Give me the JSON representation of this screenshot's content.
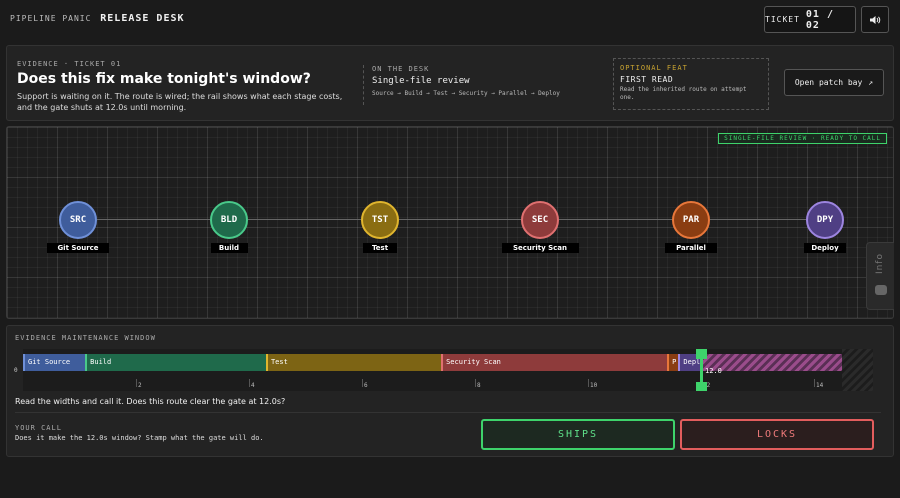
{
  "brand": {
    "prefix": "PIPELINE PANIC",
    "title": "RELEASE DESK"
  },
  "ticket": {
    "label": "TICKET",
    "value": "01 / 02"
  },
  "sound": {
    "icon": "speaker-icon"
  },
  "header": {
    "evidence_label": "EVIDENCE · TICKET 01",
    "headline": "Does this fix make tonight's window?",
    "subtext": "Support is waiting on it. The route is wired; the rail shows what each stage costs, and the gate shuts at 12.0s until morning.",
    "desk": {
      "label": "ON THE DESK",
      "title": "Single-file review",
      "route": "Source → Build → Test → Security → Parallel → Deploy"
    },
    "feat": {
      "label": "OPTIONAL FEAT",
      "title": "FIRST READ",
      "desc": "Read the inherited route on attempt one."
    },
    "patch_button": "Open patch bay",
    "patch_icon": "arrow-up-right-icon"
  },
  "rail": {
    "status": "SINGLE-FILE REVIEW · READY TO CALL",
    "nodes": [
      {
        "code": "SRC",
        "label": "Git Source",
        "color": "#3f5d9c",
        "ring": "#6f90d8"
      },
      {
        "code": "BLD",
        "label": "Build",
        "color": "#1f6a4b",
        "ring": "#49c98a"
      },
      {
        "code": "TST",
        "label": "Test",
        "color": "#8a6d12",
        "ring": "#e0b52e"
      },
      {
        "code": "SEC",
        "label": "Security Scan",
        "color": "#8e3b3b",
        "ring": "#e07070"
      },
      {
        "code": "PAR",
        "label": "Parallel",
        "color": "#8a3d12",
        "ring": "#e8773a"
      },
      {
        "code": "DPY",
        "label": "Deploy",
        "color": "#4f3f84",
        "ring": "#9d85e0"
      }
    ],
    "info_label": "Info"
  },
  "evidence": {
    "label": "EVIDENCE MAINTENANCE WINDOW",
    "axis_zero": "0",
    "gate": {
      "value": 12.0,
      "label": "12.0"
    },
    "axis_max": 15,
    "ticks": [
      {
        "value": 2,
        "label": "2"
      },
      {
        "value": 4,
        "label": "4"
      },
      {
        "value": 6,
        "label": "6"
      },
      {
        "value": 8,
        "label": "8"
      },
      {
        "value": 10,
        "label": "10"
      },
      {
        "value": 12,
        "label": "12"
      },
      {
        "value": 14,
        "label": "14"
      }
    ],
    "segments": [
      {
        "label": "Git Source",
        "start": 0.0,
        "end": 1.1,
        "color": "#3f5d9c",
        "edge": "#6f90d8"
      },
      {
        "label": "Build",
        "start": 1.1,
        "end": 4.3,
        "color": "#1f6a4b",
        "edge": "#49c98a"
      },
      {
        "label": "Test",
        "start": 4.3,
        "end": 7.4,
        "color": "#7d6414",
        "edge": "#e0b52e"
      },
      {
        "label": "Security Scan",
        "start": 7.4,
        "end": 11.4,
        "color": "#8e3b3b",
        "edge": "#e07070"
      },
      {
        "label": "P",
        "start": 11.4,
        "end": 11.6,
        "color": "#8a3d12",
        "edge": "#e8773a"
      },
      {
        "label": "Deploy",
        "start": 11.6,
        "end": 14.5,
        "color": "#4f3f84",
        "edge": "#9d85e0"
      }
    ],
    "question": "Read the widths and call it. Does this route clear the gate at 12.0s?",
    "call_label": "YOUR CALL",
    "call_text": "Does it make the 12.0s window? Stamp what the gate will do.",
    "ships_button": "SHIPS",
    "locks_button": "LOCKS"
  }
}
